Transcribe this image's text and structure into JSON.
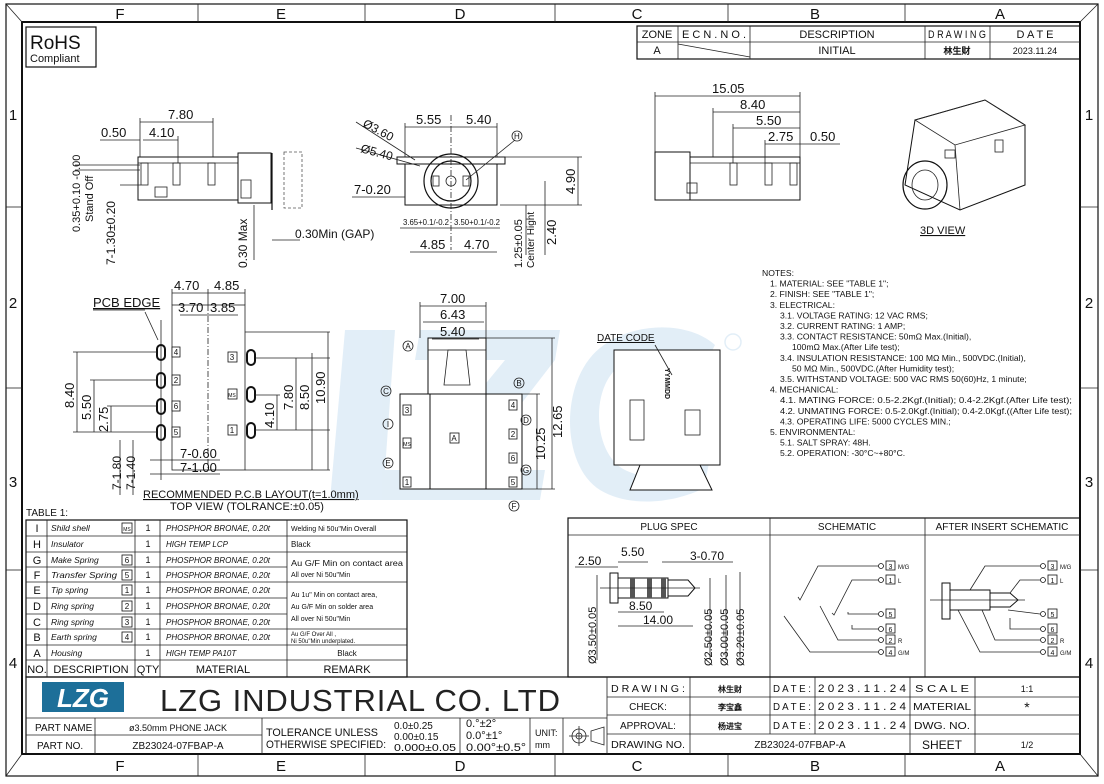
{
  "frame": {
    "zone_cols": [
      "F",
      "E",
      "D",
      "C",
      "B",
      "A"
    ],
    "zone_rows": [
      "1",
      "2",
      "3",
      "4"
    ]
  },
  "rohs": {
    "title": "RoHS",
    "subtitle": "Compliant"
  },
  "revision": {
    "headers": [
      "ZONE",
      "E C N . N O .",
      "DESCRIPTION",
      "D R A W I N G",
      "D A T E"
    ],
    "row": {
      "zone": "A",
      "description": "INITIAL",
      "drawing": "林生财",
      "date": "2023.11.24"
    }
  },
  "side_view": {
    "dims": [
      "7.80",
      "4.10",
      "0.50",
      "0.35+0.10 -0.00",
      "Stand Off",
      "7-1.30±0.20",
      "0.30 Max",
      "0.30Min (GAP)"
    ]
  },
  "front_view": {
    "dims": [
      "5.55",
      "5.40",
      "Ø3.60",
      "Ø5.40",
      "7-0.20",
      "3.65+0.1/-0.2",
      "3.50+0.1/-0.2",
      "4.85",
      "4.70",
      "4.90",
      "1.25±0.05",
      "Center Hight",
      "2.40"
    ],
    "callout": "H"
  },
  "rear_view": {
    "dims": [
      "15.05",
      "8.40",
      "5.50",
      "2.75",
      "0.50"
    ]
  },
  "view_3d": {
    "label": "3D VIEW"
  },
  "pcb_layout": {
    "dims": [
      "4.70",
      "4.85",
      "3.70",
      "3.85",
      "PCB EDGE",
      "8.40",
      "5.50",
      "2.75",
      "4.10",
      "7.80",
      "8.50",
      "10.90",
      "7-1.80",
      "7-1.40",
      "7-0.60",
      "7-1.00"
    ],
    "left_pins": [
      "4",
      "2",
      "6",
      "5"
    ],
    "right_pins": [
      "3",
      "MS",
      "1"
    ],
    "title": "RECOMMENDED  P.C.B  LAYOUT(t=1.0mm)",
    "subtitle": "TOP  VIEW  (TOLRANCE:±0.05)"
  },
  "top_view": {
    "dims": [
      "7.00",
      "6.43",
      "5.40",
      "10.25",
      "12.65"
    ],
    "callouts": [
      "A",
      "B",
      "C",
      "D",
      "I",
      "G",
      "E",
      "F"
    ],
    "left_pins": [
      "3",
      "MS",
      "1"
    ],
    "right_pins": [
      "4",
      "2",
      "6",
      "5"
    ],
    "center_label": "A"
  },
  "date_code_view": {
    "label": "DATE CODE",
    "code": "YYMMDD"
  },
  "watermark": {
    "text": "LZG",
    "mark": "®"
  },
  "notes": [
    "NOTES:",
    "1. MATERIAL: SEE \"TABLE 1\";",
    "2. FINISH: SEE \"TABLE 1\";",
    "3. ELECTRICAL:",
    "3.1. VOLTAGE RATING: 12 VAC RMS;",
    "3.2. CURRENT RATING: 1 AMP;",
    "3.3. CONTACT RESISTANCE: 50mΩ Max.(Initial),",
    "100mΩ Max.(After Life test);",
    "3.4. INSULATION RESISTANCE: 100 MΩ Min., 500VDC.(Initial),",
    "50 MΩ Min., 500VDC.(After Humidity test);",
    "3.5. WITHSTAND VOLTAGE: 500 VAC RMS 50(60)Hz, 1 minute;",
    "4. MECHANICAL:",
    "4.1. MATING FORCE: 0.5-2.2Kgf.(Initial); 0.4-2.2Kgf.(After Life test);",
    "4.2. UNMATING FORCE: 0.5-2.0Kgf.(Initial); 0.4-2.0Kgf.((After Life test);",
    "4.3. OPERATING LIFE: 5000 CYCLES MIN.;",
    "5. ENVIRONMENTAL:",
    "5.1. SALT SPRAY: 48H.",
    "5.2. OPERATION: -30°C~+80°C."
  ],
  "table1": {
    "title": "TABLE 1:",
    "headers": [
      "NO.",
      "DESCRIPTION",
      "QTY",
      "MATERIAL",
      "REMARK"
    ],
    "rows": [
      {
        "no": "I",
        "desc": "Shild shell",
        "pin": "MS",
        "qty": "1",
        "material": "PHOSPHOR BRONAE, 0.20t"
      },
      {
        "no": "H",
        "desc": "Insulator",
        "pin": "",
        "qty": "1",
        "material": "HIGH TEMP LCP"
      },
      {
        "no": "G",
        "desc": "Make Spring",
        "pin": "6",
        "qty": "1",
        "material": "PHOSPHOR BRONAE, 0.20t"
      },
      {
        "no": "F",
        "desc": "Transfer Spring",
        "pin": "5",
        "qty": "1",
        "material": "PHOSPHOR BRONAE, 0.20t"
      },
      {
        "no": "E",
        "desc": "Tip spring",
        "pin": "1",
        "qty": "1",
        "material": "PHOSPHOR BRONAE, 0.20t"
      },
      {
        "no": "D",
        "desc": "Ring spring",
        "pin": "2",
        "qty": "1",
        "material": "PHOSPHOR BRONAE, 0.20t"
      },
      {
        "no": "C",
        "desc": "Ring spring",
        "pin": "3",
        "qty": "1",
        "material": "PHOSPHOR BRONAE, 0.20t"
      },
      {
        "no": "B",
        "desc": "Earth spring",
        "pin": "4",
        "qty": "1",
        "material": "PHOSPHOR BRONAE, 0.20t"
      },
      {
        "no": "A",
        "desc": "Housing",
        "pin": "",
        "qty": "1",
        "material": "HIGH TEMP PA10T"
      }
    ],
    "remarks": {
      "I": "Welding Ni 50u\"Min Overall",
      "H": "Black",
      "GF": [
        "Au G/F Min on contact area",
        "All over Ni 50u\"Min"
      ],
      "EDC": [
        "Au 1u\" Min on contact area,",
        "Au G/F Min on solder area",
        "All over Ni 50u\"Min"
      ],
      "B": [
        "Au G/F Over All ,",
        "Ni 50u\"Min underplated."
      ],
      "A": "Black"
    }
  },
  "plug_spec": {
    "headers": [
      "PLUG SPEC",
      "SCHEMATIC",
      "AFTER INSERT SCHEMATIC"
    ],
    "dims": [
      "2.50",
      "5.50",
      "3-0.70",
      "8.50",
      "14.00",
      "Ø3.50±0.05",
      "Ø2.50±0.05",
      "Ø3.00±0.05",
      "Ø3.20±0.05"
    ],
    "terminals": [
      {
        "pin": "3",
        "label": "M/G"
      },
      {
        "pin": "1",
        "label": "L"
      },
      {
        "pin": "5",
        "label": ""
      },
      {
        "pin": "6",
        "label": ""
      },
      {
        "pin": "2",
        "label": "R"
      },
      {
        "pin": "4",
        "label": "G/M"
      }
    ]
  },
  "title_block": {
    "company": "LZG  INDUSTRIAL  CO.  LTD",
    "logo": "LZG",
    "part_name_label": "PART NAME",
    "part_name": "ø3.50mm PHONE JACK",
    "part_no_label": "PART NO.",
    "part_no": "ZB23024-07FBAP-A",
    "tolerance_label_1": "TOLERANCE  UNLESS",
    "tolerance_label_2": "OTHERWISE  SPECIFIED:",
    "tolerances": [
      "0.0±0.25",
      "0.00±0.15",
      "0.000±0.05"
    ],
    "angles": [
      "0.°±2°",
      "0.0°±1°",
      "0.00°±0.5°"
    ],
    "unit_label": "UNIT:",
    "unit": "mm",
    "drawing_label": "D R A W I N G :",
    "drawing_by": "林生财",
    "check_label": "CHECK:",
    "check_by": "李宝鑫",
    "approval_label": "APPROVAL:",
    "approval_by": "杨进宝",
    "date_label": "D A T E :",
    "date": "2 0 2 3 . 1 1 . 2 4",
    "scale_label": "S C A L E",
    "scale": "1:1",
    "material_label": "MATERIAL",
    "material": "*",
    "dwg_no_label": "DWG.  NO.",
    "dwg_no": "",
    "drawing_no_label": "DRAWING  NO.",
    "drawing_no": "ZB23024-07FBAP-A",
    "sheet_label": "SHEET",
    "sheet": "1/2"
  }
}
